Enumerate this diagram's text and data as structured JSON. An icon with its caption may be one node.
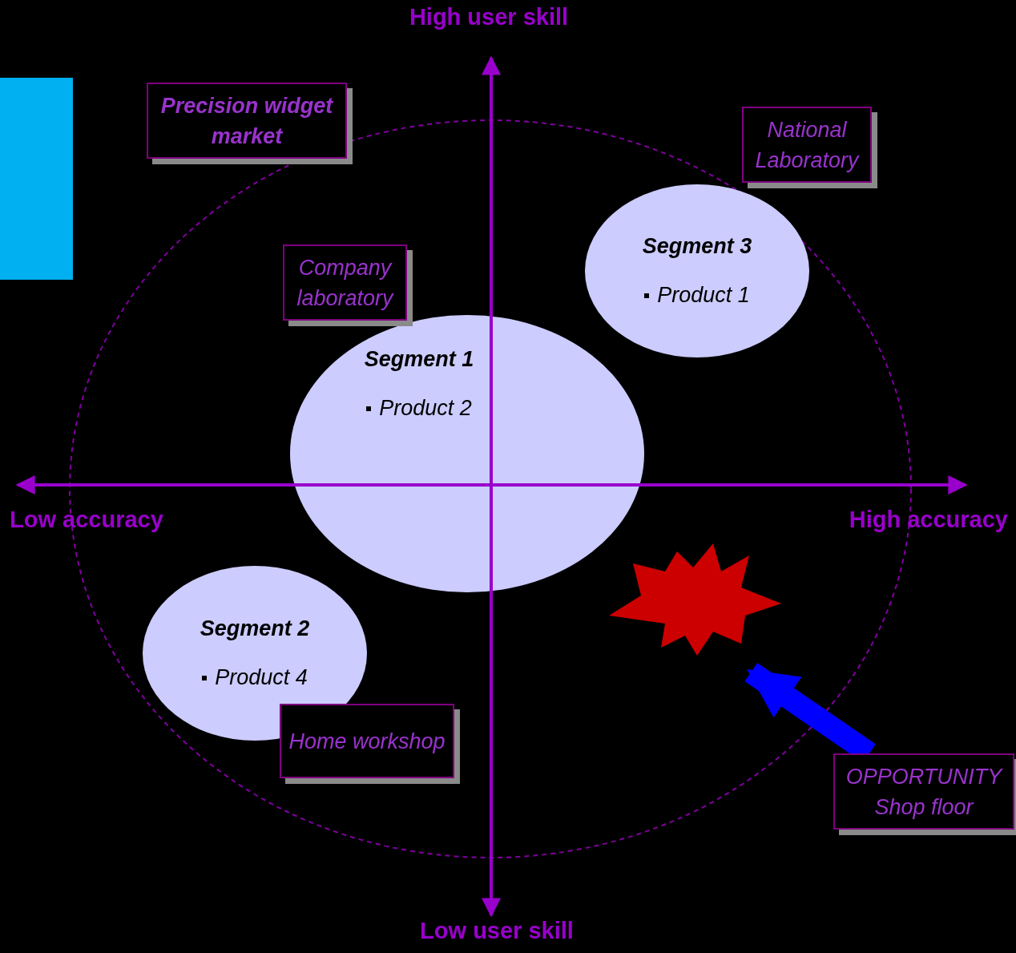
{
  "diagram": {
    "nodes": [
      {
        "text": [
          "Precision widget market"
        ]
      },
      {
        "text": [
          "National Laboratory"
        ]
      },
      {
        "text": [
          "Segment 3",
          "Product 1"
        ]
      },
      {
        "text": [
          "Company laboratory"
        ]
      },
      {
        "text": [
          "Segment 1",
          "Product 2"
        ]
      },
      {
        "text": [
          "Segment 2",
          "Product 4"
        ]
      },
      {
        "text": [
          "Home workshop"
        ]
      },
      {
        "text": [],
        "shape": "star"
      },
      {
        "text": [
          "OPPORTUNITY Shop floor"
        ]
      }
    ],
    "edges": [
      {
        "from": 8,
        "to": 7,
        "arrow": "to"
      }
    ],
    "labels": [
      "High user skill",
      "Low accuracy",
      "High accuracy",
      "Low user skill"
    ]
  }
}
